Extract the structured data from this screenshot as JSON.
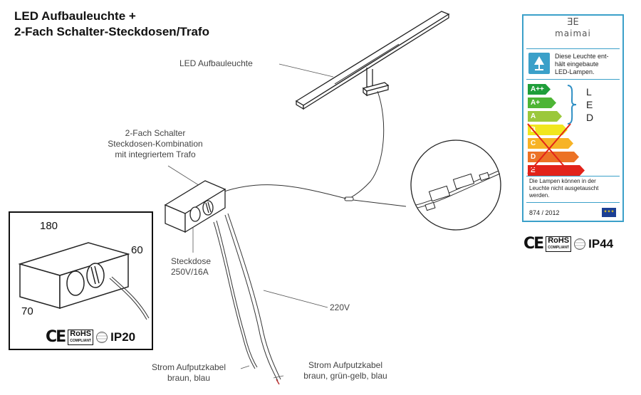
{
  "title": {
    "line1": "LED Aufbauleuchte +",
    "line2": "2-Fach Schalter-Steckdosen/Trafo"
  },
  "labels": {
    "lamp": "LED Aufbauleuchte",
    "switch_line1": "2-Fach Schalter",
    "switch_line2": "Steckdosen-Kombination",
    "switch_line3": "mit integriertem Trafo",
    "socket_line1": "Steckdose",
    "socket_line2": "250V/16A",
    "voltage": "220V",
    "cable1_line1": "Strom Aufputzkabel",
    "cable1_line2": "braun, blau",
    "cable2_line1": "Strom Aufputzkabel",
    "cable2_line2": "braun, grün-gelb, blau"
  },
  "inset": {
    "dim_length": "180",
    "dim_height": "60",
    "dim_depth": "70",
    "ip": "IP20"
  },
  "certs": {
    "ce": "CE",
    "rohs": "RoHS",
    "rohs_sub": "COMPLIANT",
    "ip": "IP44"
  },
  "energy_label": {
    "brand": "maimai",
    "info_text_1": "Diese Leuchte ent-",
    "info_text_2": "hält eingebaute",
    "info_text_3": "LED-Lampen.",
    "classes": [
      {
        "label": "A++",
        "color": "#1f9e3a"
      },
      {
        "label": "A+",
        "color": "#4db535"
      },
      {
        "label": "A",
        "color": "#9bc83b"
      },
      {
        "label": "B",
        "color": "#f1e61f"
      },
      {
        "label": "C",
        "color": "#f7b325"
      },
      {
        "label": "D",
        "color": "#ec7225"
      },
      {
        "label": "E",
        "color": "#e2231a"
      }
    ],
    "led_letters": [
      "L",
      "E",
      "D"
    ],
    "notice_1": "Die Lampen können in der",
    "notice_2": "Leuchte nicht ausgetauscht",
    "notice_3": "werden.",
    "regulation": "874 / 2012",
    "cross_color": "#e2231a",
    "brace_color": "#2f8fc4"
  }
}
